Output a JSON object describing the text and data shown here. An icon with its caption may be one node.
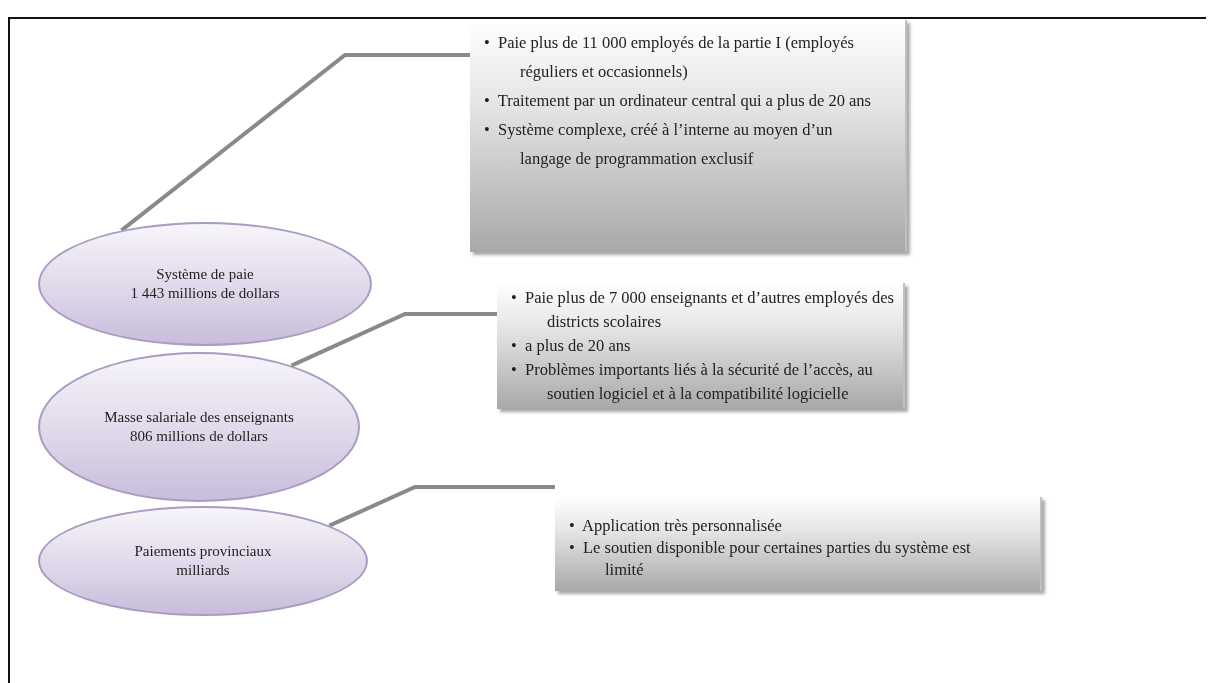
{
  "diagram": {
    "nodes": [
      {
        "text": [
          "Système de paie",
          "1 443 millions de dollars"
        ]
      },
      {
        "text": [
          "•  Paie plus de 11 000 employés de la partie I (employés réguliers et occasionnels)",
          "•  Traitement par un ordinateur central qui a plus de 20 ans",
          "•  Système complexe, créé à l’interne au moyen d’un langage de programmation exclusif"
        ]
      },
      {
        "text": [
          "Masse salariale des enseignants",
          "806 millions de dollars"
        ]
      },
      {
        "text": [
          "•  Paie plus de 7 000 enseignants et d’autres employés des districts scolaires",
          "•  a plus de 20 ans",
          "•  Problèmes importants liés à la sécurité de l’accès, au soutien logiciel et à la compatibilité logicielle"
        ]
      },
      {
        "text": [
          "Paiements provinciaux",
          "milliards"
        ]
      },
      {
        "text": [
          "•  Application très personnalisée",
          "•  Le soutien disponible pour certaines parties du système est limité"
        ]
      }
    ],
    "edges": [
      {
        "from": 0,
        "to": 1,
        "arrow": "none"
      },
      {
        "from": 2,
        "to": 3,
        "arrow": "none"
      },
      {
        "from": 4,
        "to": 5,
        "arrow": "none"
      }
    ]
  }
}
